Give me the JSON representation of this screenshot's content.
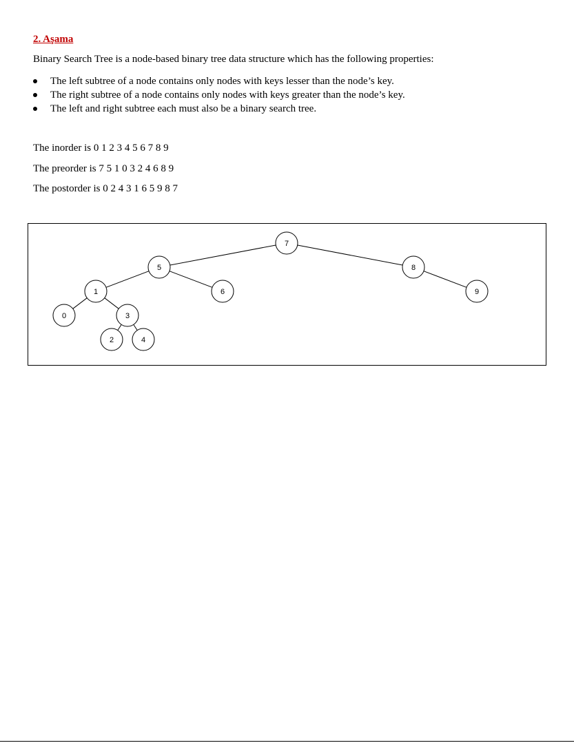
{
  "heading": "2. Aşama",
  "intro": "Binary Search Tree is a node-based binary tree data structure which has the following properties:",
  "properties": [
    "The left subtree of a node contains only nodes with keys lesser than the node’s key.",
    "The right subtree of a node contains only nodes with keys greater than the node’s key.",
    "The left and right subtree each must also be a binary search tree."
  ],
  "traversals": {
    "inorder": "The inorder is 0 1 2 3 4 5 6 7 8 9",
    "preorder": "The preorder is 7 5 1 0 3 2 4 6 8 9",
    "postorder": "The postorder is 0 2 4 3 1 6 5 9 8 7"
  },
  "tree": {
    "nodes": [
      {
        "key": "7",
        "children": [
          "5",
          "8"
        ]
      },
      {
        "key": "5",
        "children": [
          "1",
          "6"
        ]
      },
      {
        "key": "1",
        "children": [
          "0",
          "3"
        ]
      },
      {
        "key": "0",
        "children": []
      },
      {
        "key": "3",
        "children": [
          "2",
          "4"
        ]
      },
      {
        "key": "2",
        "children": []
      },
      {
        "key": "4",
        "children": []
      },
      {
        "key": "6",
        "children": []
      },
      {
        "key": "8",
        "children": [
          "9"
        ]
      },
      {
        "key": "9",
        "children": []
      }
    ]
  }
}
